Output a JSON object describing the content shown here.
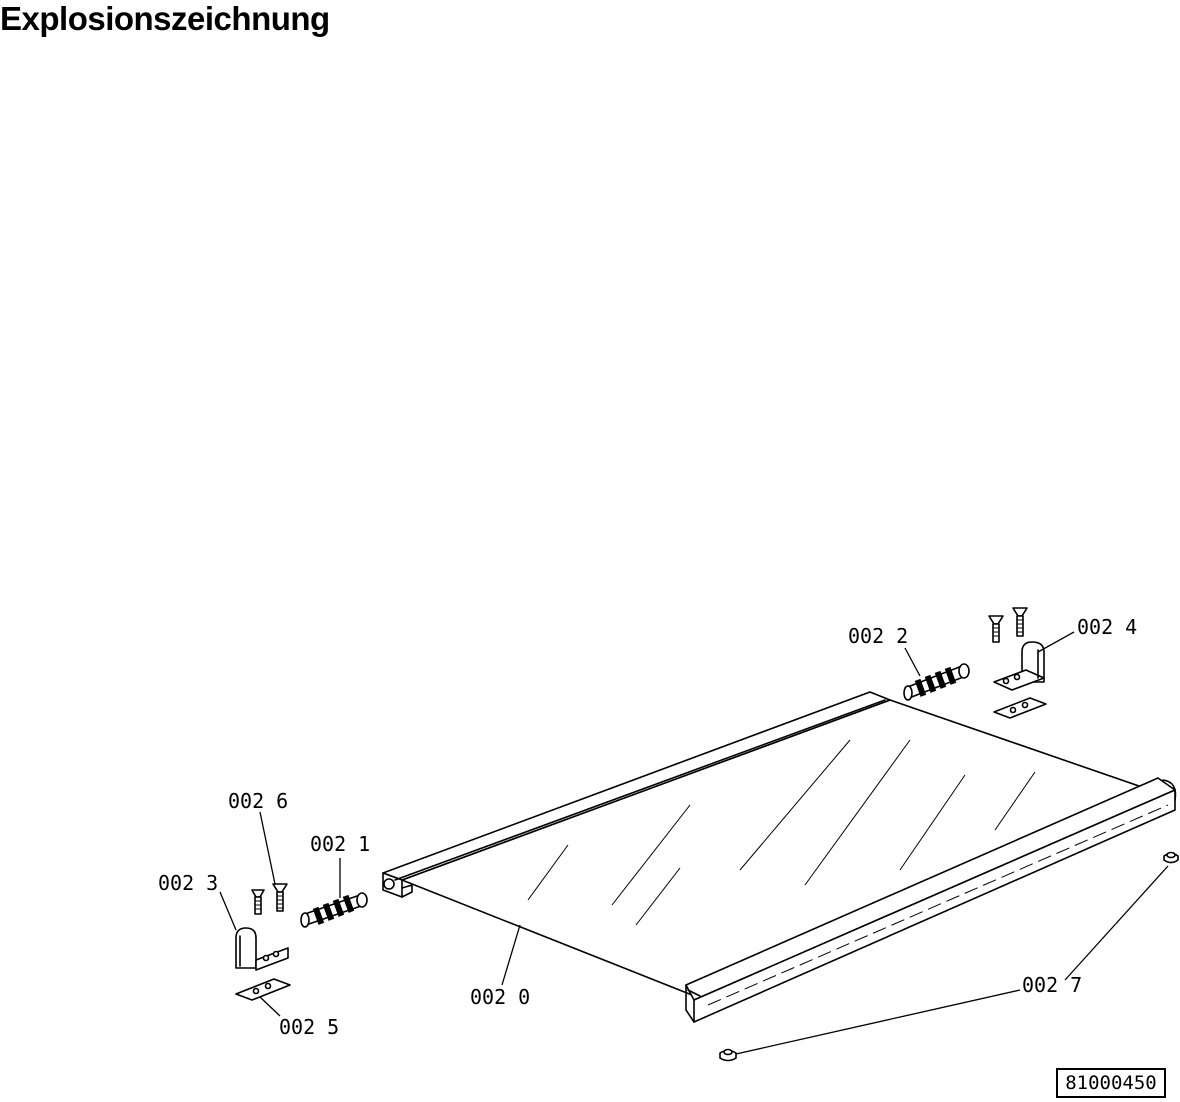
{
  "title": "Explosionszeichnung",
  "drawing_number": "81000450",
  "parts": [
    {
      "id": "0020",
      "label": "002 0"
    },
    {
      "id": "0021",
      "label": "002 1"
    },
    {
      "id": "0022",
      "label": "002 2"
    },
    {
      "id": "0023",
      "label": "002 3"
    },
    {
      "id": "0024",
      "label": "002 4"
    },
    {
      "id": "0025",
      "label": "002 5"
    },
    {
      "id": "0026",
      "label": "002 6"
    },
    {
      "id": "0027",
      "label": "002 7"
    }
  ]
}
